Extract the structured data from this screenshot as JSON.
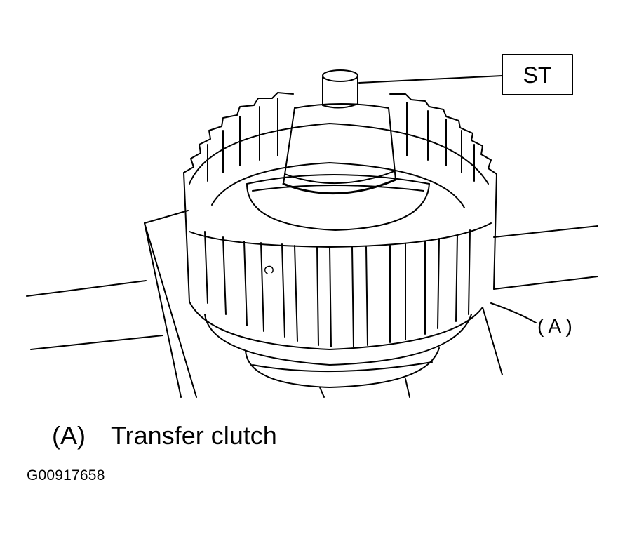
{
  "callouts": {
    "st": "ST",
    "a": "( A )",
    "c_mark": "C"
  },
  "legend": {
    "key": "(A)",
    "text": "Transfer clutch"
  },
  "figure_id": "G00917658",
  "colors": {
    "line": "#000000",
    "background": "#ffffff"
  }
}
